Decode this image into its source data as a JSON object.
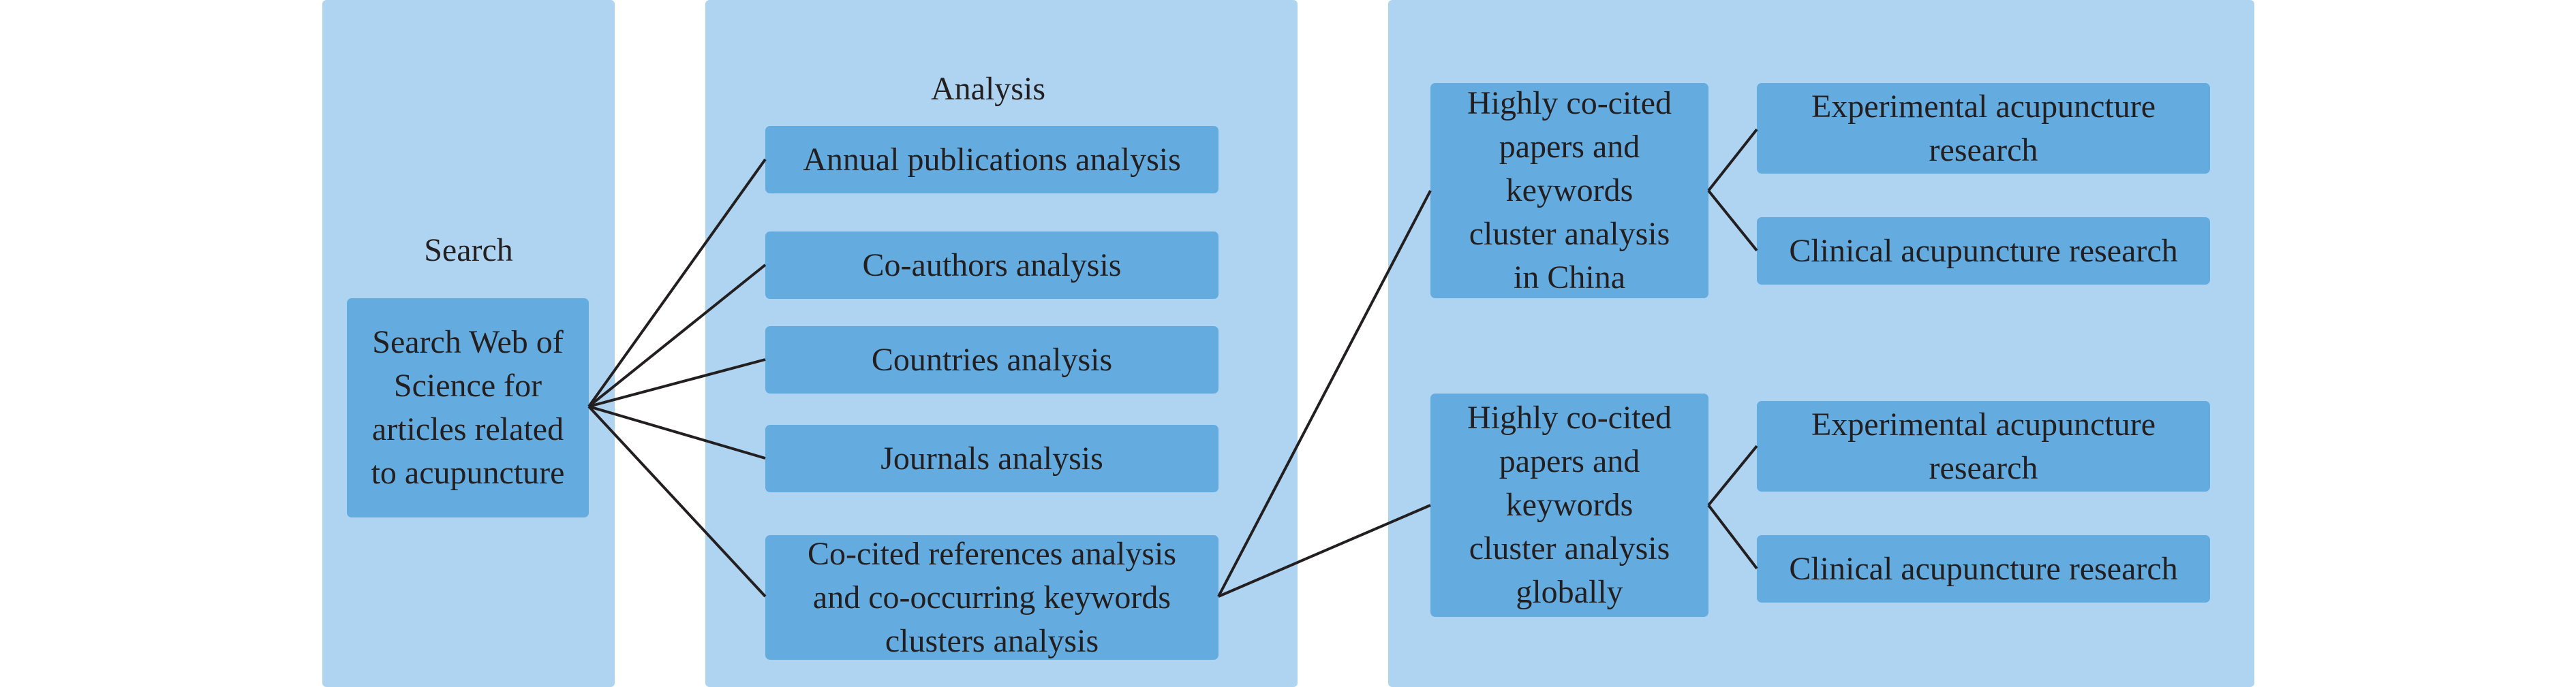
{
  "search": {
    "title": "Search",
    "box": "Search Web of\nScience for\narticles related\nto acupuncture"
  },
  "analysis": {
    "title": "Analysis",
    "items": [
      "Annual publications analysis",
      "Co-authors analysis",
      "Countries analysis",
      "Journals analysis",
      "Co-cited references analysis\nand co-occurring keywords\nclusters analysis"
    ]
  },
  "clusters": {
    "china": {
      "box": "Highly co-cited\npapers and\nkeywords\ncluster analysis\nin China",
      "experimental": "Experimental acupuncture\nresearch",
      "clinical": "Clinical acupuncture research"
    },
    "global": {
      "box": "Highly co-cited\npapers and\nkeywords\ncluster analysis\nglobally",
      "experimental": "Experimental acupuncture\nresearch",
      "clinical": "Clinical acupuncture research"
    }
  }
}
